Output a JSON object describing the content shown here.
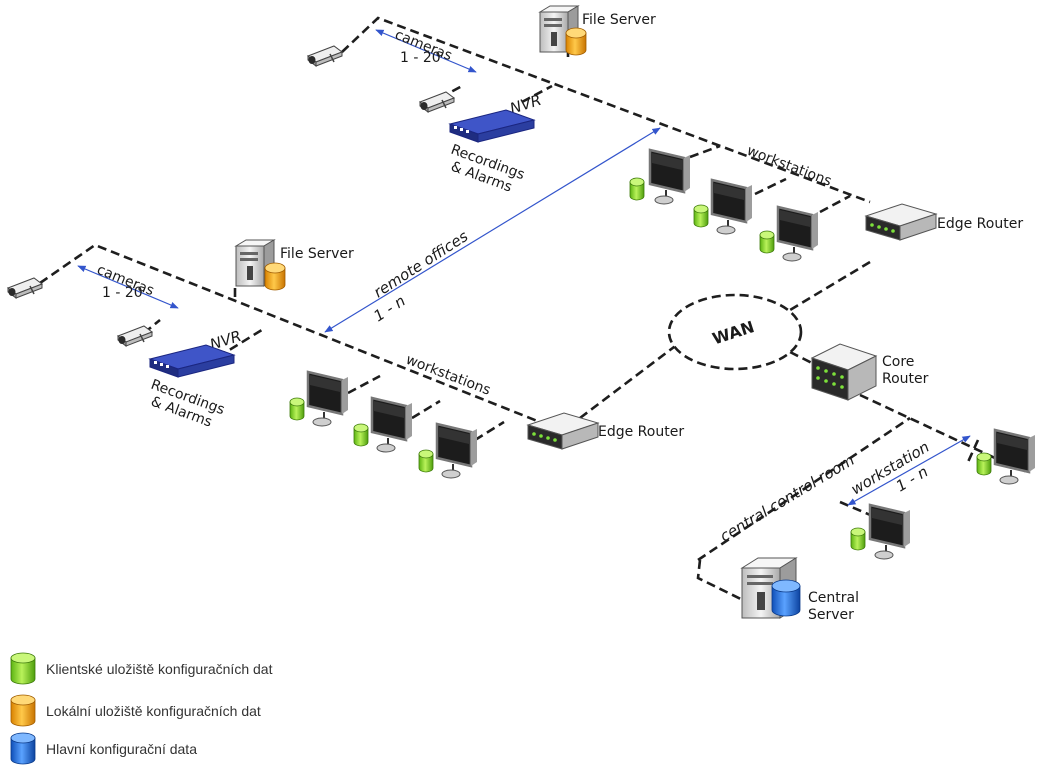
{
  "colors": {
    "client_data": "#7ed321",
    "local_data": "#f0a000",
    "main_data": "#1e6ee0",
    "arrow": "#3355cc",
    "device_blue": "#2b3ea0"
  },
  "icons": [
    "camera-icon",
    "server-icon",
    "nvr-icon",
    "workstation-icon",
    "router-icon",
    "cloud-icon",
    "cylinder-icon"
  ],
  "office_top": {
    "file_server": "File Server",
    "cameras_label": "cameras",
    "cameras_range": "1 - 20",
    "nvr": "NVR",
    "recordings_line1": "Recordings",
    "recordings_line2": "& Alarms",
    "workstations": "workstations",
    "edge_router": "Edge Router"
  },
  "office_left": {
    "file_server": "File Server",
    "cameras_label": "cameras",
    "cameras_range": "1 - 20",
    "nvr": "NVR",
    "recordings_line1": "Recordings",
    "recordings_line2": "& Alarms",
    "workstations": "workstations",
    "edge_router": "Edge Router"
  },
  "remote_offices": {
    "label": "remote offices",
    "range": "1 - n"
  },
  "wan": "WAN",
  "core_router": {
    "line1": "Core",
    "line2": "Router"
  },
  "central": {
    "room": "central control room",
    "workstation_label": "workstation",
    "workstation_range": "1 - n",
    "server_line1": "Central",
    "server_line2": "Server"
  },
  "legend": {
    "client": "Klientské uložiště konfiguračních dat",
    "local": "Lokální uložiště konfiguračních dat",
    "main": "Hlavní konfigurační data"
  }
}
